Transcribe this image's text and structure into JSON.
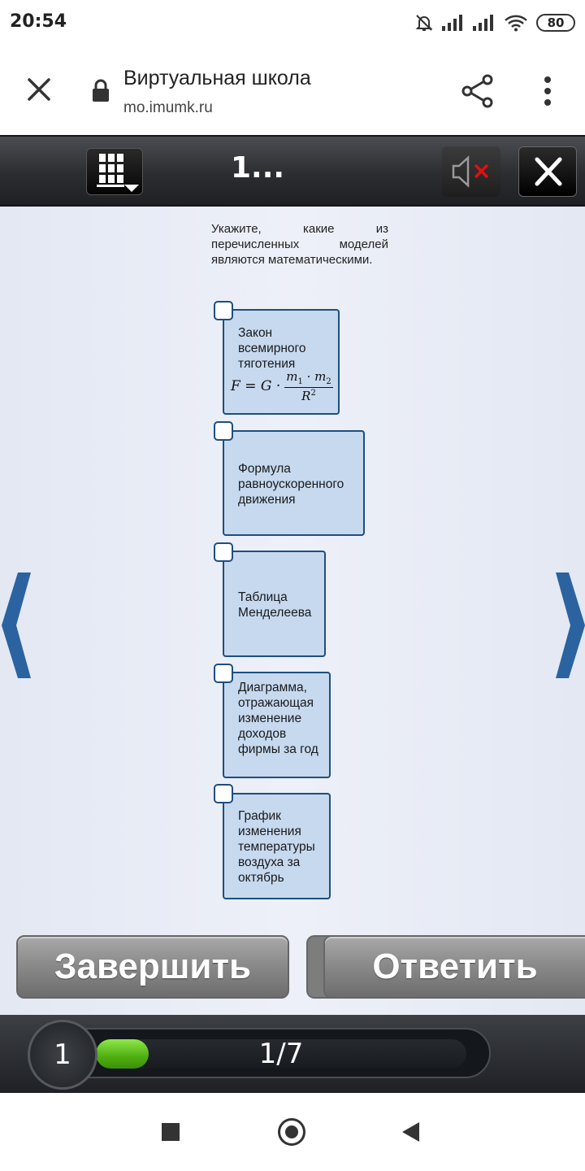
{
  "status": {
    "time": "20:54",
    "battery": "80",
    "icons": [
      "bell-muted-icon",
      "signal-icon",
      "signal-icon-2",
      "wifi-icon",
      "battery-icon"
    ]
  },
  "browser": {
    "title": "Виртуальная школа",
    "url": "mo.imumk.ru",
    "icons": [
      "close-icon",
      "lock-icon",
      "share-icon",
      "more-vert-icon"
    ]
  },
  "toolbar": {
    "title": "1...",
    "icons": [
      "task-grid-icon",
      "sound-muted-icon",
      "close-icon"
    ]
  },
  "question": {
    "text": "Укажите, какие из перечисленных моделей являются математическими."
  },
  "options": [
    {
      "label": "Закон всемирного тяготения",
      "formula": "F = G · m1 · m2 / R²",
      "checked": false
    },
    {
      "label": "Формула равноускоренного движения",
      "checked": false
    },
    {
      "label": "Таблица Менделеева",
      "checked": false
    },
    {
      "label": "Диаграмма, отражающая изменение доходов фирмы за год",
      "checked": false
    },
    {
      "label": "График изменения температуры воздуха за октябрь",
      "checked": false
    }
  ],
  "buttons": {
    "finish": "Завершить",
    "answer": "Ответить"
  },
  "progress": {
    "current_question": "1",
    "counter": "1/7",
    "fraction": 0.142857
  },
  "colors": {
    "option_fill": "#c6d9ef",
    "option_border": "#1e4f7e",
    "nav_arrow": "#2a63a0",
    "progress_fill": "#5fc21c"
  }
}
